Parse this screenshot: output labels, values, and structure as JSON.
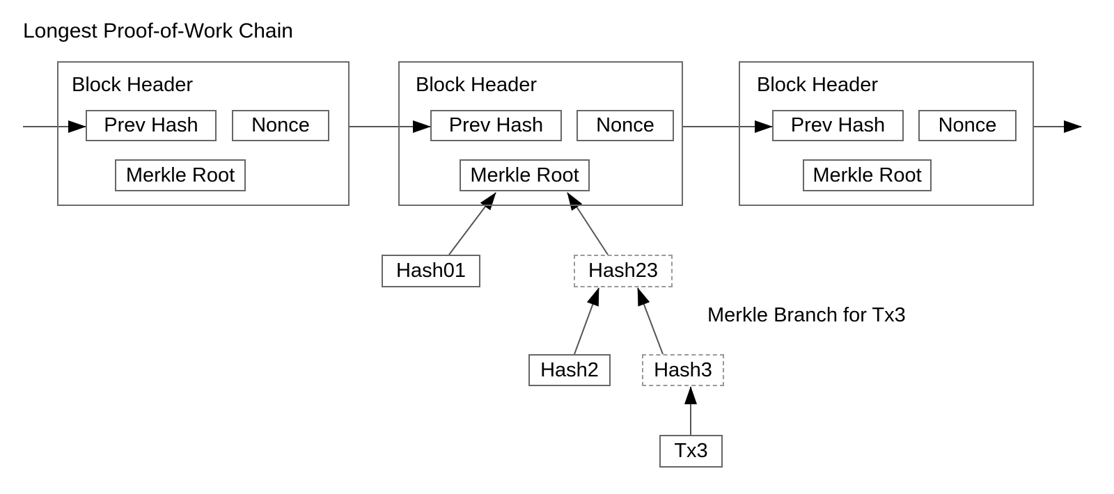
{
  "figure": {
    "title": "Longest Proof-of-Work Chain",
    "annotation": "Merkle Branch for Tx3"
  },
  "blocks": [
    {
      "header": "Block Header",
      "prev_hash": "Prev Hash",
      "nonce": "Nonce",
      "merkle_root": "Merkle Root"
    },
    {
      "header": "Block Header",
      "prev_hash": "Prev Hash",
      "nonce": "Nonce",
      "merkle_root": "Merkle Root"
    },
    {
      "header": "Block Header",
      "prev_hash": "Prev Hash",
      "nonce": "Nonce",
      "merkle_root": "Merkle Root"
    }
  ],
  "merkle_nodes": {
    "hash01": "Hash01",
    "hash23": "Hash23",
    "hash2": "Hash2",
    "hash3": "Hash3",
    "tx3": "Tx3"
  },
  "colors": {
    "background": "#ffffff",
    "line": "#555555",
    "box_border": "#666666",
    "dashed_border": "#999999",
    "arrowhead": "#000000",
    "text": "#000000"
  }
}
